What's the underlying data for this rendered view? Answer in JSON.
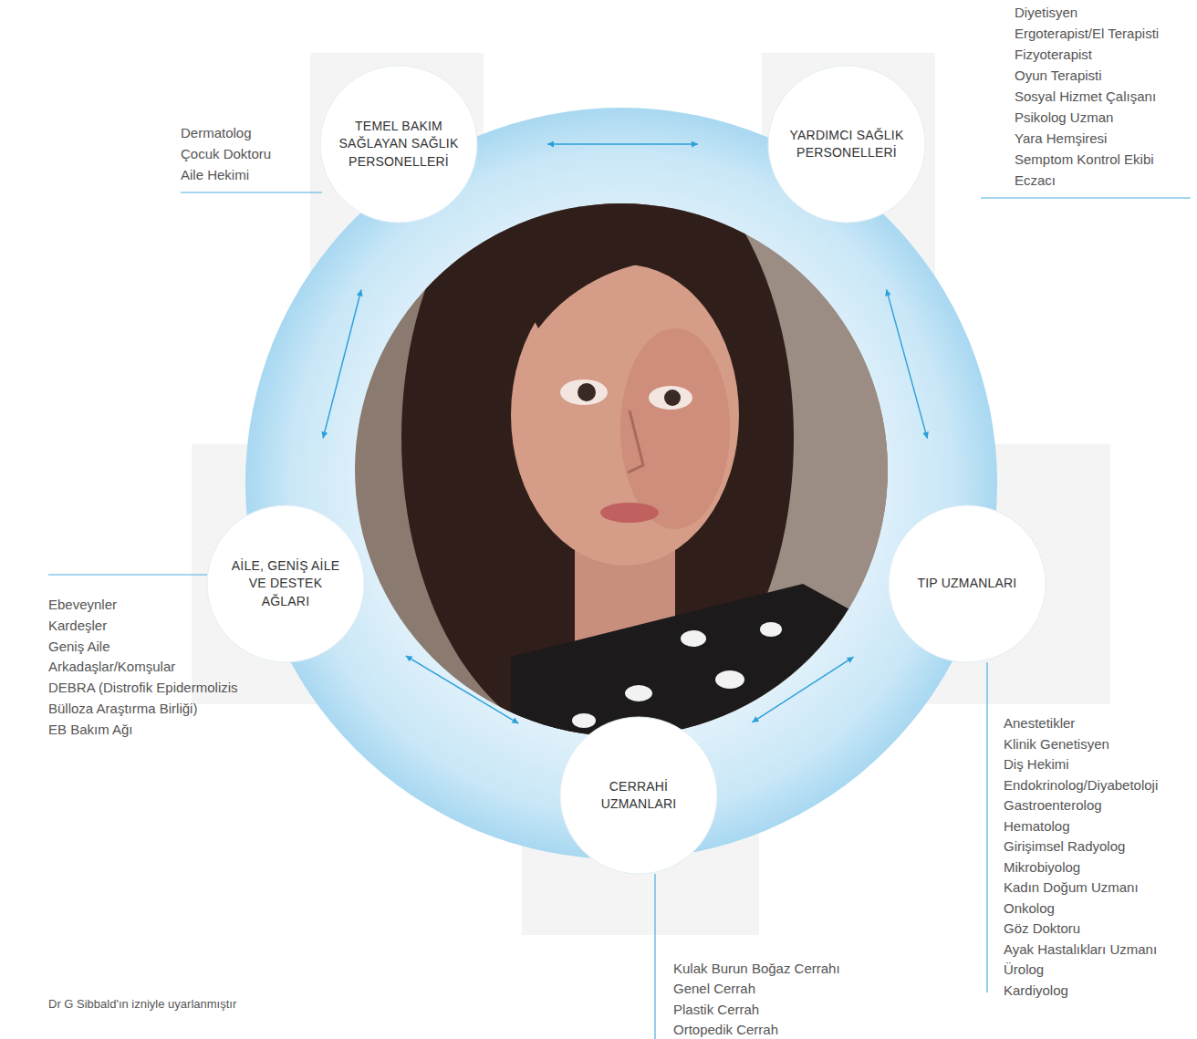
{
  "diagram": {
    "caption": "Dr G Sibbald'ın izniyle uyarlanmıştır",
    "nodes": [
      {
        "text": [
          "TEMEL BAKIM SAĞLAYAN SAĞLIK PERSONELLERİ"
        ]
      },
      {
        "text": [
          "YARDIMCI SAĞLIK PERSONELLERİ"
        ]
      },
      {
        "text": [
          "AİLE, GENİŞ AİLE VE DESTEK AĞLARI"
        ]
      },
      {
        "text": [
          "TIP UZMANLARI"
        ]
      },
      {
        "text": [
          "CERRAHİ UZMANLARI"
        ]
      }
    ],
    "edges": [
      {
        "from": 0,
        "to": 1,
        "arrow": "both"
      },
      {
        "from": 1,
        "to": 3,
        "arrow": "both"
      },
      {
        "from": 3,
        "to": 4,
        "arrow": "both"
      },
      {
        "from": 4,
        "to": 2,
        "arrow": "both"
      },
      {
        "from": 2,
        "to": 0,
        "arrow": "both"
      }
    ],
    "labels": [
      "Dermatolog",
      "Çocuk Doktoru",
      "Aile Hekimi",
      "Diyetisyen",
      "Ergoterapist/El Terapisti",
      "Fizyoterapist",
      "Oyun Terapisti",
      "Sosyal Hizmet Çalışanı",
      "Psikolog Uzman",
      "Yara Hemşiresi",
      "Semptom Kontrol Ekibi",
      "Eczacı",
      "Ebeveynler",
      "Kardeşler",
      "Geniş Aile",
      "Arkadaşlar/Komşular",
      "DEBRA (Distrofik Epidermolizis Bülloza Araştırma Birliği)",
      "EB Bakım Ağı",
      "Anestetikler",
      "Klinik Genetisyen",
      "Diş Hekimi",
      "Endokrinolog/Diyabetoloji",
      "Gastroenterolog",
      "Hematolog",
      "Girişimsel Radyolog",
      "Mikrobiyolog",
      "Kadın Doğum Uzmanı",
      "Onkolog",
      "Göz Doktoru",
      "Ayak Hastalıkları Uzmanı",
      "Ürolog",
      "Kardiyolog",
      "Kulak Burun Boğaz Cerrahı",
      "Genel Cerrah",
      "Plastik Cerrah",
      "Ortopedik Cerrah"
    ]
  }
}
